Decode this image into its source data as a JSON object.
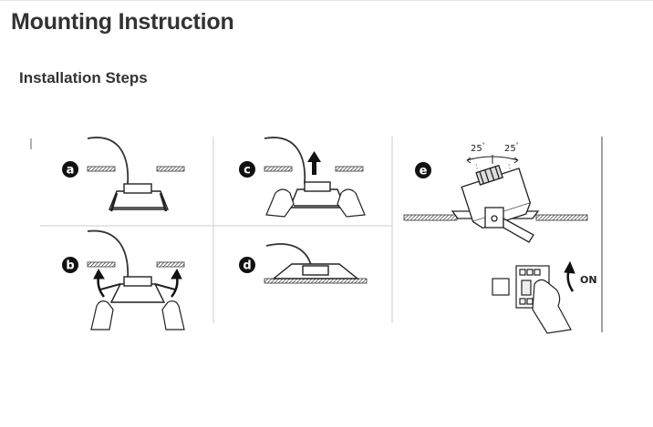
{
  "header": {
    "title": "Mounting Instruction",
    "subtitle": "Installation Steps"
  },
  "diagram": {
    "steps": [
      {
        "id": "a",
        "letter": "a"
      },
      {
        "id": "b",
        "letter": "b"
      },
      {
        "id": "c",
        "letter": "c"
      },
      {
        "id": "d",
        "letter": "d"
      },
      {
        "id": "e",
        "letter": "e"
      }
    ],
    "tilt_left": "25",
    "tilt_right": "25",
    "degree_symbol": "°",
    "switch_label": "ON"
  },
  "colors": {
    "ink": "#222222",
    "divider": "#cccccc",
    "title": "#333333"
  }
}
